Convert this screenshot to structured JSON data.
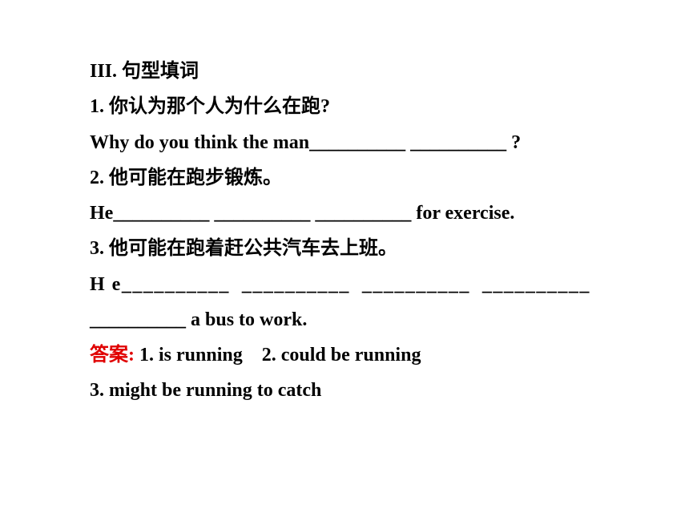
{
  "section": {
    "title": "III. 句型填词"
  },
  "questions": [
    {
      "prompt": "1. 你认为那个人为什么在跑?",
      "sentence": "Why do you think the man__________ __________ ?"
    },
    {
      "prompt": "2. 他可能在跑步锻炼。",
      "sentence": "He__________ __________ __________ for exercise."
    },
    {
      "prompt": "3. 他可能在跑着赶公共汽车去上班。",
      "sentence_line1": "H e__________  __________  __________  __________",
      "sentence_line2": "__________ a bus to work."
    }
  ],
  "answer": {
    "label": "答案:",
    "line1": " 1. is running    2. could be running",
    "line2": "3. might be running to catch"
  },
  "colors": {
    "text": "#000000",
    "answer_label": "#e00000",
    "background": "#ffffff"
  }
}
